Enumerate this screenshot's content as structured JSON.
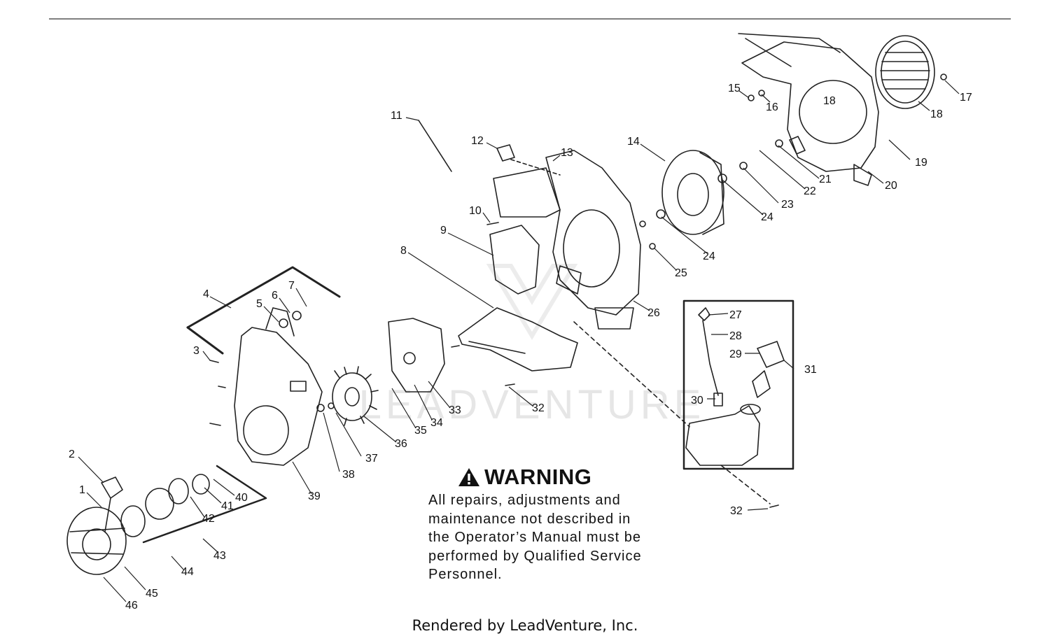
{
  "callouts": [
    "1",
    "2",
    "3",
    "4",
    "5",
    "6",
    "7",
    "8",
    "9",
    "10",
    "11",
    "12",
    "13",
    "14",
    "15",
    "16",
    "17",
    "18",
    "18",
    "19",
    "20",
    "21",
    "22",
    "23",
    "24",
    "24",
    "25",
    "26",
    "27",
    "28",
    "29",
    "30",
    "31",
    "32",
    "32",
    "33",
    "34",
    "35",
    "36",
    "37",
    "38",
    "39",
    "40",
    "41",
    "42",
    "43",
    "44",
    "45",
    "46"
  ],
  "warning": {
    "title": "WARNING",
    "lines": [
      "All repairs, adjustments and",
      "maintenance not described in",
      "the Operator’s Manual must be",
      "performed by Qualified Service",
      "Personnel."
    ]
  },
  "watermark": "LEADVENTURE",
  "footer": "Rendered by LeadVenture, Inc."
}
